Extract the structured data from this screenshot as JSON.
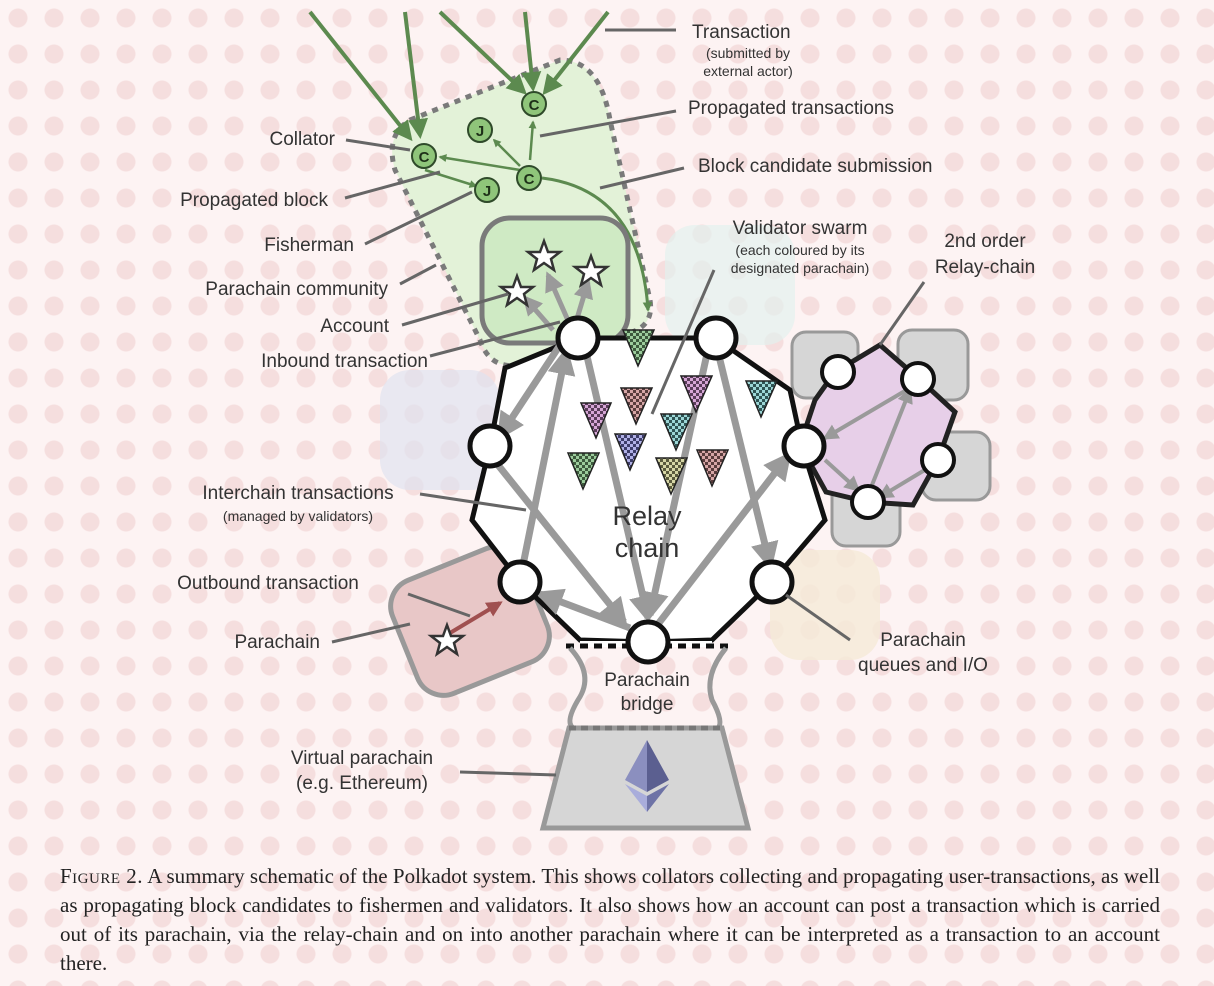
{
  "labels": {
    "transaction": "Transaction",
    "transaction_sub1": "(submitted by",
    "transaction_sub2": "external actor)",
    "propagated_transactions": "Propagated transactions",
    "block_candidate_submission": "Block candidate submission",
    "collator": "Collator",
    "propagated_block": "Propagated block",
    "fisherman": "Fisherman",
    "parachain_community": "Parachain community",
    "account": "Account",
    "inbound_transaction": "Inbound transaction",
    "validator_swarm": "Validator swarm",
    "validator_swarm_sub1": "(each coloured by its",
    "validator_swarm_sub2": "designated parachain)",
    "second_order_1": "2nd order",
    "second_order_2": "Relay-chain",
    "interchain_transactions": "Interchain transactions",
    "interchain_sub": "(managed by validators)",
    "relay_1": "Relay",
    "relay_2": "chain",
    "outbound_transaction": "Outbound transaction",
    "parachain": "Parachain",
    "parachain_queues_1": "Parachain",
    "parachain_queues_2": "queues and I/O",
    "parachain_bridge_1": "Parachain",
    "parachain_bridge_2": "bridge",
    "virtual_parachain_1": "Virtual parachain",
    "virtual_parachain_2": "(e.g. Ethereum)"
  },
  "node_glyphs": {
    "collator": "C",
    "fisherman": "J"
  },
  "icons": {
    "account": "star-icon",
    "validator": "checkered-triangle-icon",
    "ethereum": "ethereum-logo-icon"
  },
  "colors": {
    "community_fill": "#e3f2d8",
    "collator_green": "#5c8a4f",
    "parachain_fill": "#e8c7c7",
    "second_order_fill": "#e7cfe8",
    "virtual_fill": "#d6d6d6",
    "relay_outline": "#111111",
    "arrow_gray": "#9a9a9a"
  },
  "caption": {
    "figure_label": "Figure 2.",
    "text": "A summary schematic of the Polkadot system. This shows collators collecting and propagating user-transactions, as well as propagating block candidates to fishermen and validators. It also shows how an account can post a transaction which is carried out of its parachain, via the relay-chain and on into another parachain where it can be interpreted as a transaction to an account there."
  }
}
